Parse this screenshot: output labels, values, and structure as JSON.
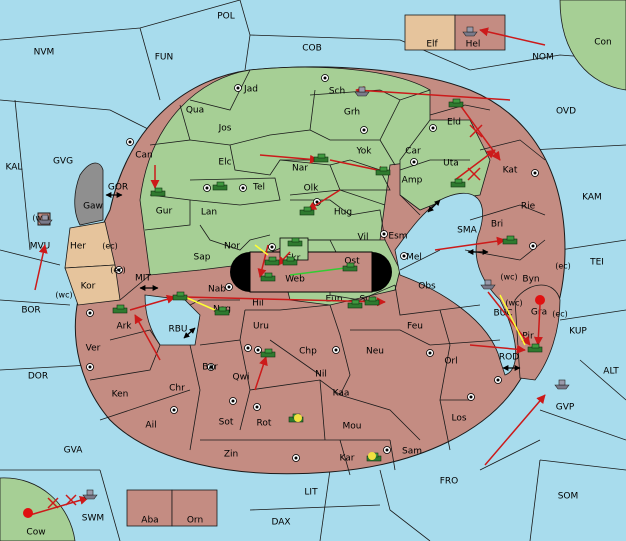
{
  "colors": {
    "sea": "#a8dced",
    "neutral": "#a6cf95",
    "red_power": "#c48c82",
    "tan_power": "#e6c49c",
    "grey_power": "#8f8f8f",
    "order_arrow": "#cc1a1a",
    "support_yellow": "#ffff33",
    "support_green": "#33cc33"
  },
  "sea_labels": [
    {
      "name": "POL"
    },
    {
      "name": "FUN"
    },
    {
      "name": "COB"
    },
    {
      "name": "NVM"
    },
    {
      "name": "NOM"
    },
    {
      "name": "Con"
    },
    {
      "name": "OVD"
    },
    {
      "name": "KAL"
    },
    {
      "name": "GVG"
    },
    {
      "name": "GOR"
    },
    {
      "name": "KAM"
    },
    {
      "name": "SMA"
    },
    {
      "name": "TEI"
    },
    {
      "name": "MIT"
    },
    {
      "name": "BOR"
    },
    {
      "name": "RBU"
    },
    {
      "name": "BUC"
    },
    {
      "name": "KUP"
    },
    {
      "name": "DOR"
    },
    {
      "name": "ROD"
    },
    {
      "name": "ALT"
    },
    {
      "name": "GVP"
    },
    {
      "name": "GVA"
    },
    {
      "name": "FRO"
    },
    {
      "name": "SOM"
    },
    {
      "name": "LIT"
    },
    {
      "name": "DAX"
    },
    {
      "name": "SWM"
    }
  ],
  "provinces": [
    {
      "name": "Elf"
    },
    {
      "name": "Hel"
    },
    {
      "name": "Jad"
    },
    {
      "name": "Sch"
    },
    {
      "name": "Qua"
    },
    {
      "name": "Jos"
    },
    {
      "name": "Grh"
    },
    {
      "name": "Eld"
    },
    {
      "name": "Can"
    },
    {
      "name": "Yok"
    },
    {
      "name": "Car"
    },
    {
      "name": "Elc"
    },
    {
      "name": "Nar"
    },
    {
      "name": "Uta"
    },
    {
      "name": "Kat"
    },
    {
      "name": "Tel"
    },
    {
      "name": "Olk"
    },
    {
      "name": "Amp"
    },
    {
      "name": "Gur"
    },
    {
      "name": "Gaw"
    },
    {
      "name": "Lan"
    },
    {
      "name": "Hug"
    },
    {
      "name": "Rie"
    },
    {
      "name": "Vil"
    },
    {
      "name": "Esm"
    },
    {
      "name": "Bri"
    },
    {
      "name": "Nor"
    },
    {
      "name": "Skr"
    },
    {
      "name": "Ost"
    },
    {
      "name": "Her"
    },
    {
      "name": "Sap"
    },
    {
      "name": "Web"
    },
    {
      "name": "Mel"
    },
    {
      "name": "Byn"
    },
    {
      "name": "Kor"
    },
    {
      "name": "Nab"
    },
    {
      "name": "Hil"
    },
    {
      "name": "Eun"
    },
    {
      "name": "Sun"
    },
    {
      "name": "Obs"
    },
    {
      "name": "Nog"
    },
    {
      "name": "Ark"
    },
    {
      "name": "Gra"
    },
    {
      "name": "Uru"
    },
    {
      "name": "Feu"
    },
    {
      "name": "Chp"
    },
    {
      "name": "Neu"
    },
    {
      "name": "Ver"
    },
    {
      "name": "Bar"
    },
    {
      "name": "Pir"
    },
    {
      "name": "Nil"
    },
    {
      "name": "Orl"
    },
    {
      "name": "Qwi"
    },
    {
      "name": "Ken"
    },
    {
      "name": "Chr"
    },
    {
      "name": "Kaa"
    },
    {
      "name": "Los"
    },
    {
      "name": "Sot"
    },
    {
      "name": "Ail"
    },
    {
      "name": "Rot"
    },
    {
      "name": "Mou"
    },
    {
      "name": "Zin"
    },
    {
      "name": "Sam"
    },
    {
      "name": "Kar"
    },
    {
      "name": "MVU"
    },
    {
      "name": "Cow"
    },
    {
      "name": "Aba"
    },
    {
      "name": "Orn"
    }
  ],
  "coast_labels": [
    {
      "text": "(wc)"
    },
    {
      "text": "(ec)"
    },
    {
      "text": "(ec)"
    },
    {
      "text": "(wc)"
    },
    {
      "text": "(ec)"
    },
    {
      "text": "(wc)"
    },
    {
      "text": "(wc)"
    },
    {
      "text": "(ec)"
    }
  ]
}
